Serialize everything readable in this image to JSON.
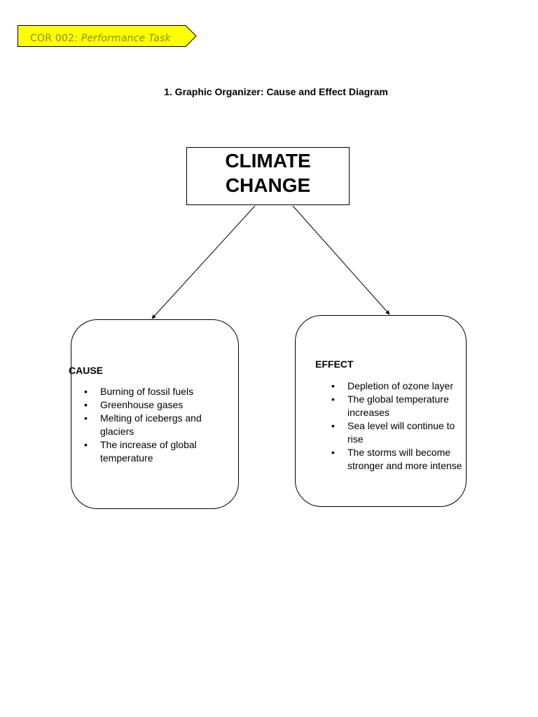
{
  "header": {
    "course": "COR 002:",
    "task": "Performance Task",
    "title": "1. Graphic Organizer: Cause and Effect Diagram"
  },
  "topic": {
    "line1": "CLIMATE",
    "line2": "CHANGE"
  },
  "cause": {
    "title": "CAUSE",
    "items": [
      "Burning of fossil fuels",
      "Greenhouse gases",
      "Melting of icebergs and glaciers",
      "The increase of global temperature"
    ]
  },
  "effect": {
    "title": "EFFECT",
    "items": [
      "Depletion of ozone layer",
      "The global temperature increases",
      "Sea level will continue to rise",
      "The storms will become stronger and more intense"
    ]
  },
  "colors": {
    "banner_fill": "#ffff00",
    "banner_text": "#8a8a00"
  }
}
